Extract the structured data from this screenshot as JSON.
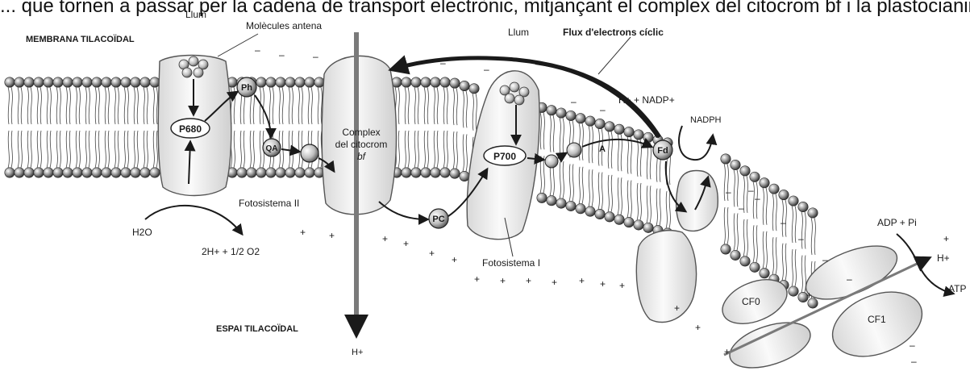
{
  "top_caption": "... que tornen a passar per la cadena de transport electrònic, mitjançant el complex del citocrom bf i la plastocianina",
  "labels": {
    "membrane": "MEMBRANA TILACOÏDAL",
    "lumen": "ESPAI TILACOÏDAL",
    "light_1": "Llum",
    "light_2": "Llum",
    "antenna": "Molècules antena",
    "cyclic_flow": "Flux d'electrons cíclic",
    "p680": "P680",
    "ph": "Ph",
    "qa": "QA",
    "photosystem_2": "Fotosistema II",
    "cytochrome_1": "Complex",
    "cytochrome_2": "del citocrom",
    "cytochrome_3": "bf",
    "p700": "P700",
    "pc": "PC",
    "a": "A",
    "fd": "Fd",
    "photosystem_1": "Fotosistema I",
    "water": "H2O",
    "oxygen": "2H+ + 1/2 O2",
    "proton_down": "H+",
    "nadp": "H+ + NADP+",
    "nadph": "NADPH",
    "adp": "ADP + Pi",
    "proton_out": "H+",
    "atp": "ATP",
    "cf0": "CF0",
    "cf1": "CF1",
    "plus": "+",
    "minus": "–"
  },
  "colors": {
    "ink": "#1a1a1a",
    "membrane_head": "#8c8c8c",
    "protein": "#f2f2f2",
    "background": "#ffffff"
  }
}
